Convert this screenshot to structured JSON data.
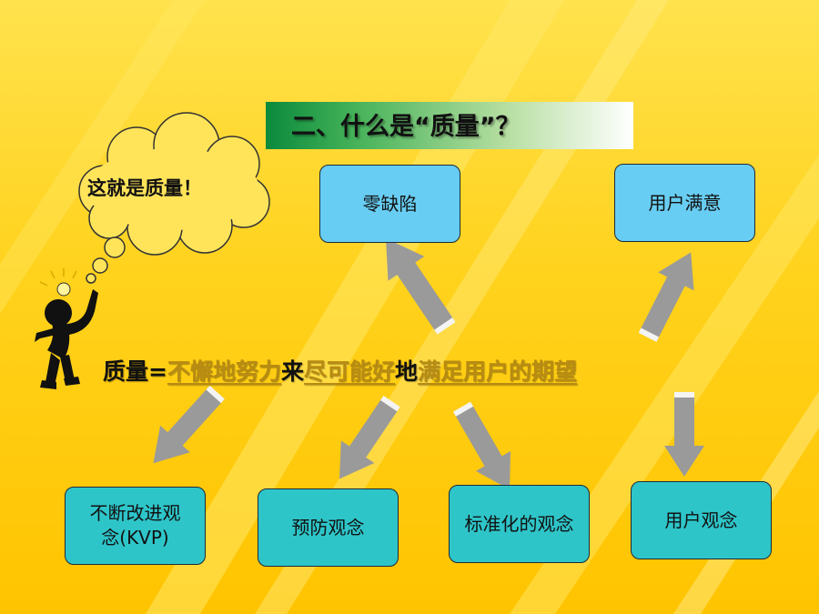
{
  "title": "二、什么是“质量”？",
  "thought_bubble": "这就是质量！",
  "formula": {
    "label": "质量",
    "equals": "=",
    "part1": "不懈地努力",
    "part2": "来",
    "part3": "尽可能好",
    "part4": "地",
    "part5": "满足用户的期望"
  },
  "top_boxes": {
    "left": "零缺陷",
    "right": "用户满意"
  },
  "bottom_boxes": {
    "b1_line1": "不断改进观",
    "b1_line2": "念(KVP)",
    "b2": "预防观念",
    "b3": "标准化的观念",
    "b4": "用户观念"
  },
  "colors": {
    "background": "#ffd21c",
    "top_box": "#68cdf2",
    "bottom_box": "#2ec5c9",
    "title_gradient_start": "#0b8a3c",
    "formula_highlight": "#b88b12",
    "arrow": "#9a9a9a"
  }
}
